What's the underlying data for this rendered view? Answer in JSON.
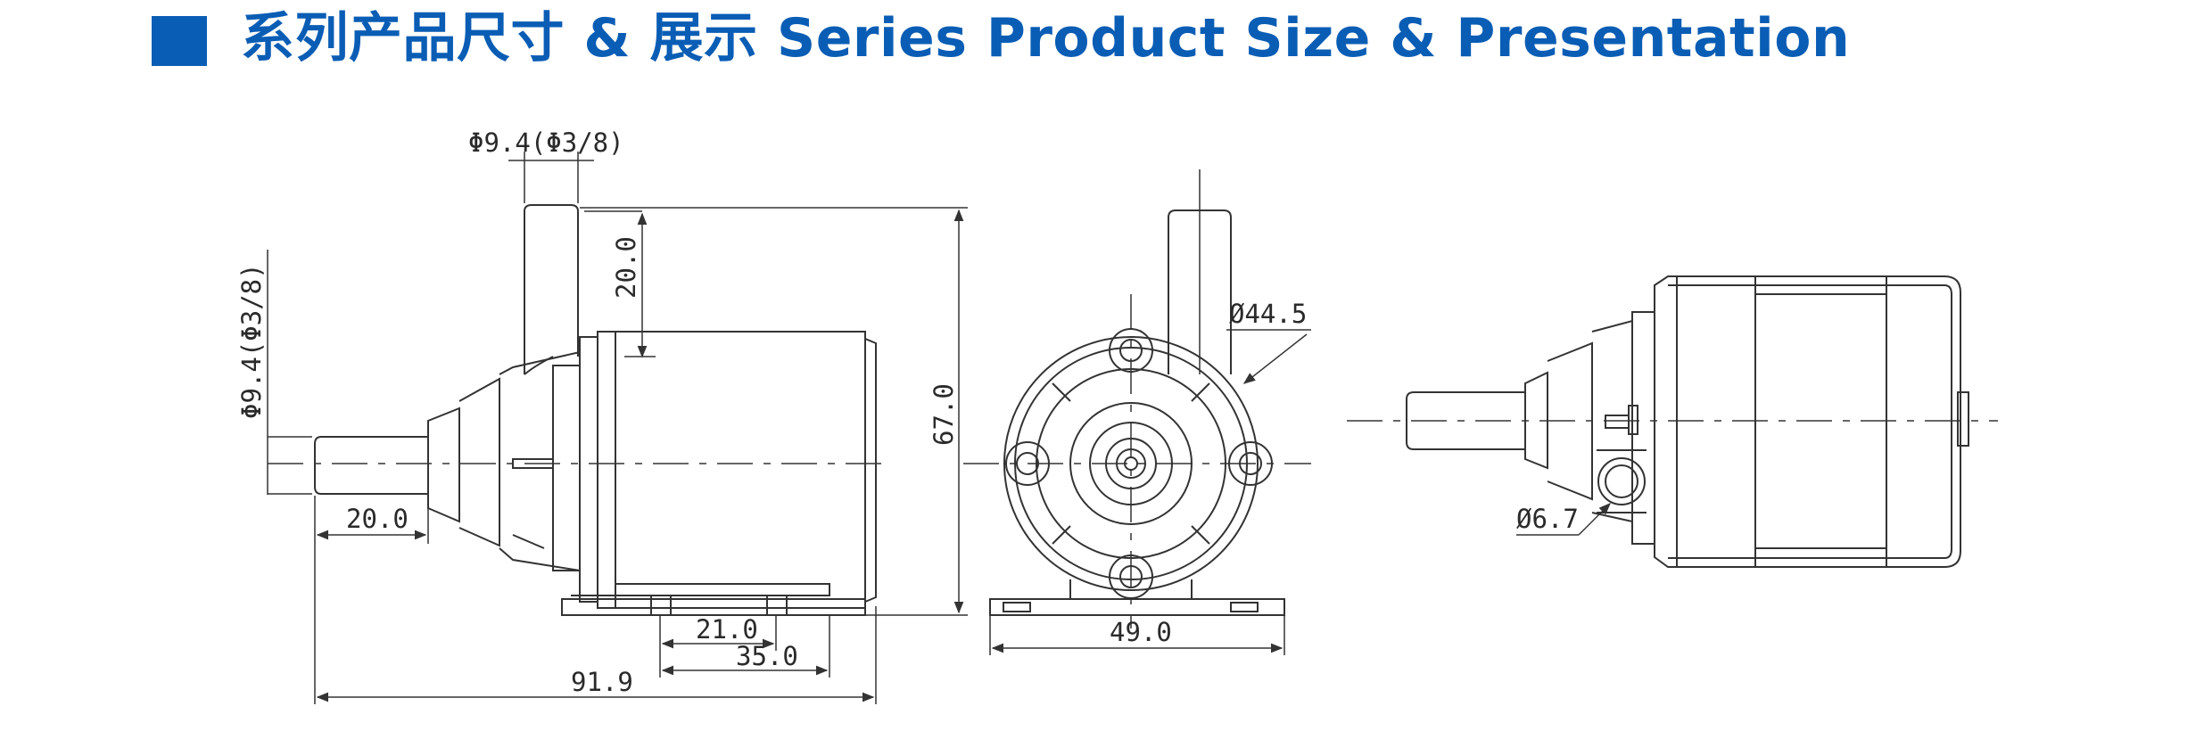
{
  "header": {
    "title": "系列产品尺寸 & 展示 Series Product Size & Presentation",
    "accent_color": "#0a5db4"
  },
  "dimensions": {
    "outlet_diameter": "Φ9.4(Φ3/8)",
    "inlet_diameter": "Φ9.4(Φ3/8)",
    "outlet_length": "20.0",
    "inlet_length": "20.0",
    "overall_height": "67.0",
    "mount_hole_spacing_inner": "21.0",
    "mount_hole_spacing_outer": "35.0",
    "overall_length": "91.9",
    "body_diameter": "Ø44.5",
    "base_width": "49.0",
    "side_port_diameter": "Ø6.7"
  }
}
